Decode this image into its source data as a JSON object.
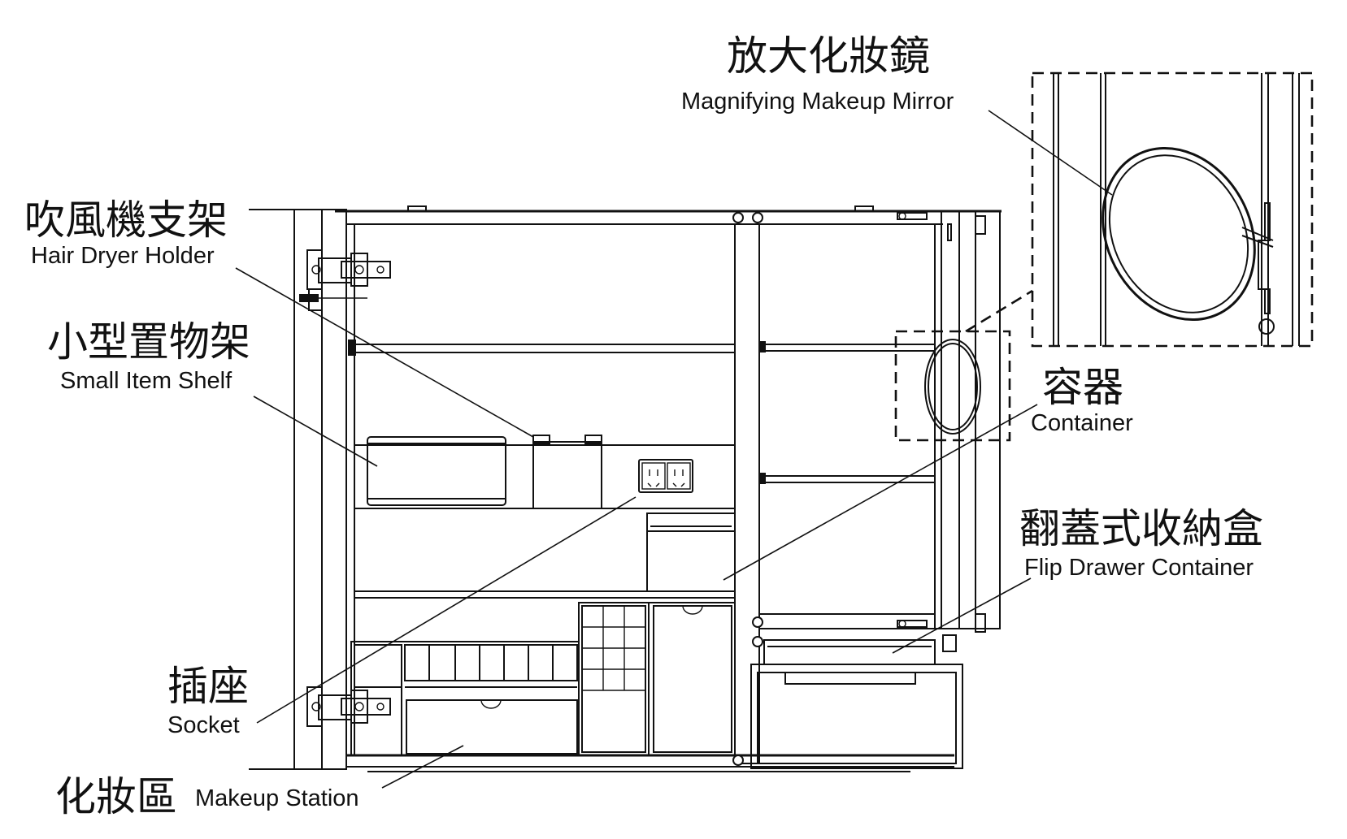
{
  "labels": {
    "mirror": {
      "cn": "放大化妝鏡",
      "en": "Magnifying Makeup Mirror"
    },
    "hair_dryer": {
      "cn": "吹風機支架",
      "en": "Hair Dryer Holder"
    },
    "small_shelf": {
      "cn": "小型置物架",
      "en": "Small Item Shelf"
    },
    "container": {
      "cn": "容器",
      "en": "Container"
    },
    "flip_drawer": {
      "cn": "翻蓋式收納盒",
      "en": "Flip Drawer Container"
    },
    "socket": {
      "cn": "插座",
      "en": "Socket"
    },
    "makeup_station": {
      "cn": "化妝區",
      "en": "Makeup Station"
    }
  }
}
